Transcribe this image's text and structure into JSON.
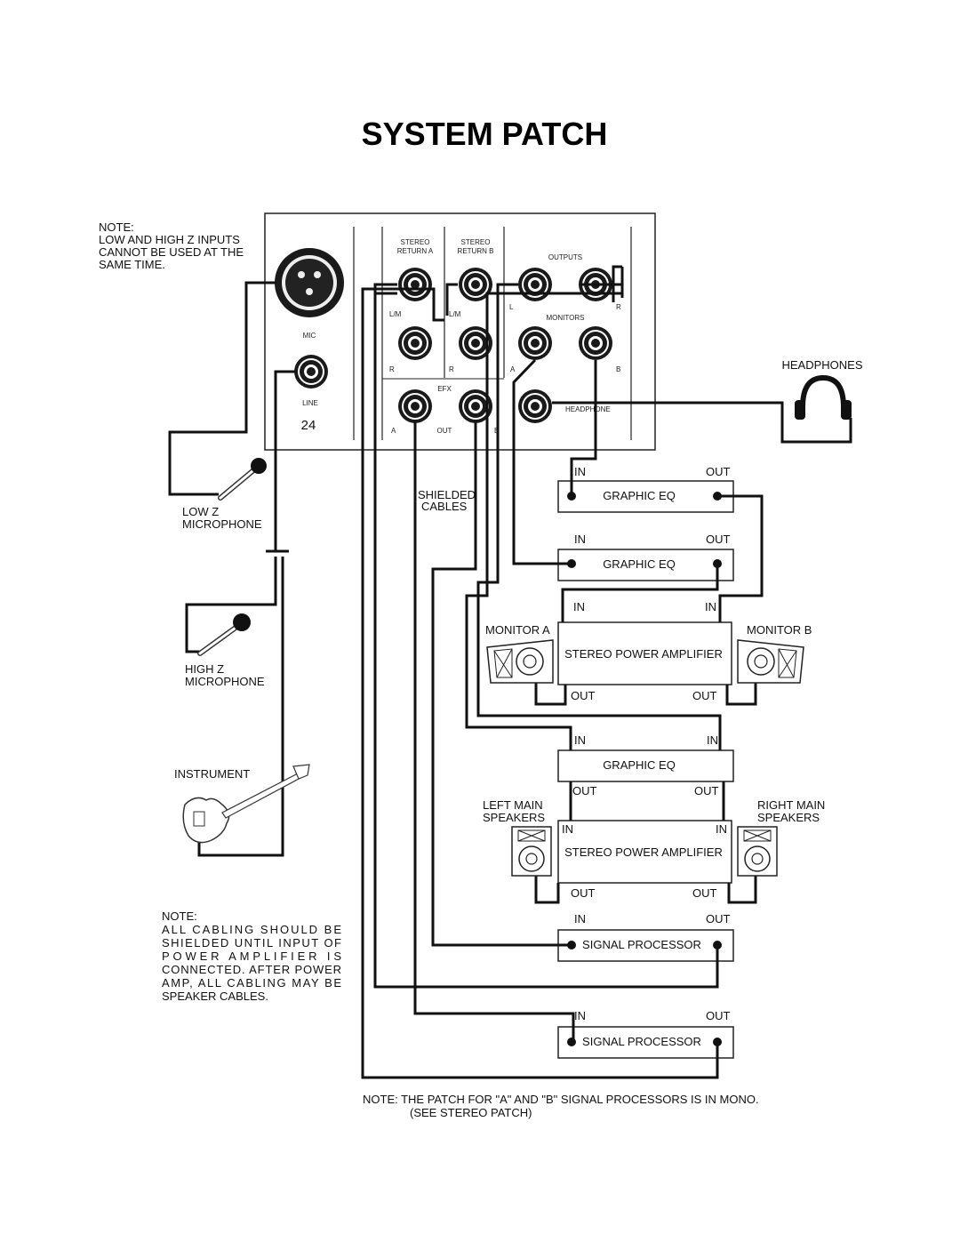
{
  "title": "SYSTEM PATCH",
  "notes": {
    "top": [
      "NOTE:",
      "LOW AND HIGH Z INPUTS",
      "CANNOT BE USED AT THE",
      "SAME TIME."
    ],
    "bottom_left": [
      "NOTE:",
      "ALL CABLING SHOULD BE",
      "SHIELDED UNTIL INPUT OF",
      "POWER AMPLIFIER IS",
      "CONNECTED. AFTER POWER",
      "AMP, ALL CABLING MAY BE",
      "SPEAKER CABLES."
    ],
    "bottom": [
      "NOTE:  THE PATCH FOR \"A\" AND \"B\" SIGNAL PROCESSORS IS IN MONO.",
      "(SEE STEREO PATCH)"
    ]
  },
  "mixer": {
    "mic": "MIC",
    "line": "LINE",
    "channel": "24",
    "stereo_return_a": [
      "STEREO",
      "RETURN A"
    ],
    "stereo_return_b": [
      "STEREO",
      "RETURN B"
    ],
    "outputs": "OUTPUTS",
    "lm_a": "L/M",
    "lm_b": "L/M",
    "r_a": "R",
    "r_b": "R",
    "out_l": "L",
    "out_r": "R",
    "monitors": "MONITORS",
    "mon_a": "A",
    "mon_b": "B",
    "efx": "EFX",
    "efx_a": "A",
    "efx_out": "OUT",
    "efx_b": "B",
    "headphone": "HEADPHONE"
  },
  "labels": {
    "headphones": "HEADPHONES",
    "low_z_mic": [
      "LOW Z",
      "MICROPHONE"
    ],
    "high_z_mic": [
      "HIGH Z",
      "MICROPHONE"
    ],
    "instrument": "INSTRUMENT",
    "shielded_cables": [
      "SHIELDED",
      "CABLES"
    ],
    "monitor_a": "MONITOR A",
    "monitor_b": "MONITOR B",
    "left_main": [
      "LEFT MAIN",
      "SPEAKERS"
    ],
    "right_main": [
      "RIGHT MAIN",
      "SPEAKERS"
    ]
  },
  "devices": {
    "graphic_eq_1": {
      "name": "GRAPHIC EQ",
      "in": "IN",
      "out": "OUT"
    },
    "graphic_eq_2": {
      "name": "GRAPHIC EQ",
      "in": "IN",
      "out": "OUT"
    },
    "monitor_amp": {
      "name": "STEREO POWER AMPLIFIER",
      "in_l": "IN",
      "in_r": "IN",
      "out_l": "OUT",
      "out_r": "OUT"
    },
    "graphic_eq_3": {
      "name": "GRAPHIC EQ",
      "in_l": "IN",
      "in_r": "IN",
      "out_l": "OUT",
      "out_r": "OUT"
    },
    "main_amp": {
      "name": "STEREO POWER AMPLIFIER",
      "in_l": "IN",
      "in_r": "IN",
      "out_l": "OUT",
      "out_r": "OUT"
    },
    "signal_processor_1": {
      "name": "SIGNAL PROCESSOR",
      "in": "IN",
      "out": "OUT"
    },
    "signal_processor_2": {
      "name": "SIGNAL PROCESSOR",
      "in": "IN",
      "out": "OUT"
    }
  }
}
